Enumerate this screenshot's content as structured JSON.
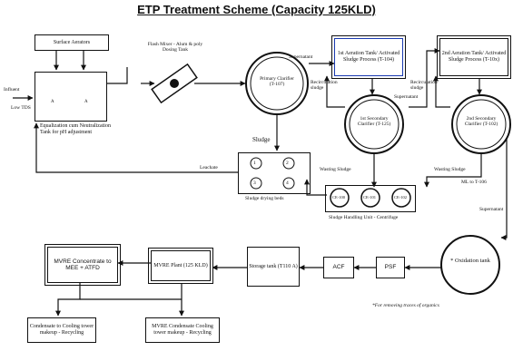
{
  "title": "ETP Treatment Scheme (Capacity 125KLD)",
  "units": {
    "surface_aerators": "Surface Aerators",
    "influent": "Influent",
    "influent_sub": "Low TDS",
    "eq_left_mark": "A",
    "eq_right_mark": "A",
    "equalization_tank": "Equalization cum Neutralization Tank for pH adjustment",
    "flash_mixer": "Flash Mixer - Alum & poly Dosing Tank",
    "primary_clarifier": "Primary Clarifier (T-107)",
    "supernatant_1": "Supernatant",
    "aeration_1": "1st Aeration Tank/ Activated Sludge Process (T-104)",
    "aeration_2": "2nd Aeration Tank/ Activated Sludge Process (T-10x)",
    "recirculation_1": "Recirculation sludge",
    "recirculation_2": "Recirculation sludge",
    "supernatant_2": "Supernatant",
    "secondary_1": "1st Secondary Clarifier (T-125)",
    "secondary_2": "2nd Secondary Clarifier (T-102)",
    "sludge": "Sludge",
    "leachate": "Leachate",
    "sludge_drying_beds": "Sludge drying beds",
    "sdb_cells": [
      "1",
      "2",
      "3",
      "4"
    ],
    "wasting_sludge_1": "Wasting Sludge",
    "wasting_sludge_2": "Wasting Sludge",
    "ml_to": "ML to T-106",
    "centrifuges": [
      "CE-100",
      "CE-101",
      "CE-102"
    ],
    "sludge_handling": "Sludge Handling Unit - Centrifuge",
    "supernatant_3": "Supernatant",
    "oxidation_tank": "* Oxidation tank",
    "oxidation_note": "*For removing traces of organics",
    "psf": "PSF",
    "acf": "ACF",
    "storage_tank": "Storage tank (T110 A)",
    "mvre_plant": "MVRE Plant (125 KLD)",
    "mvre_concentrate": "MVRE Concentrate to MEE + ATFD",
    "condensate_1": "Condensate to Cooling tower makeup - Recycling",
    "condensate_2": "MVRE Condensate Cooling tower makeup - Recycling"
  },
  "colors": {
    "line": "#111111",
    "accent_box": "#1a3ab0"
  }
}
